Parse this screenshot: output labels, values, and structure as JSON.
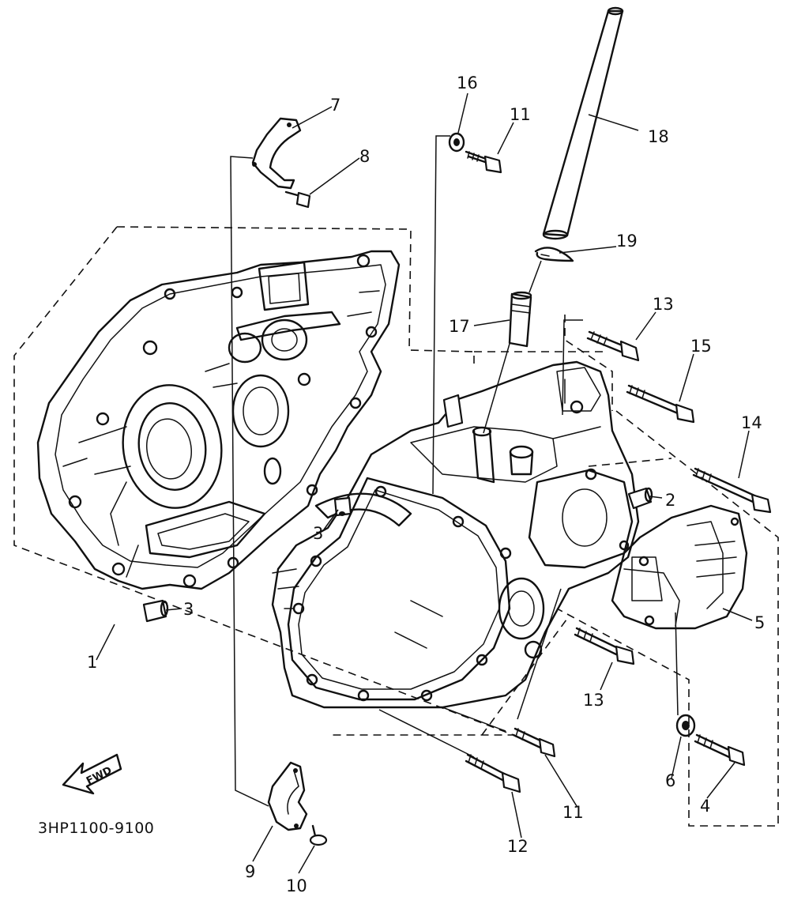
{
  "diagram_code": "3HP1100-9100",
  "direction_arrow": "FWD",
  "callouts": [
    {
      "id": "1",
      "label": "1"
    },
    {
      "id": "2",
      "label": "2"
    },
    {
      "id": "3a",
      "label": "3"
    },
    {
      "id": "3b",
      "label": "3"
    },
    {
      "id": "4",
      "label": "4"
    },
    {
      "id": "5",
      "label": "5"
    },
    {
      "id": "6",
      "label": "6"
    },
    {
      "id": "7",
      "label": "7"
    },
    {
      "id": "8",
      "label": "8"
    },
    {
      "id": "9",
      "label": "9"
    },
    {
      "id": "10",
      "label": "10"
    },
    {
      "id": "11a",
      "label": "11"
    },
    {
      "id": "11b",
      "label": "11"
    },
    {
      "id": "12",
      "label": "12"
    },
    {
      "id": "13a",
      "label": "13"
    },
    {
      "id": "13b",
      "label": "13"
    },
    {
      "id": "14",
      "label": "14"
    },
    {
      "id": "15",
      "label": "15"
    },
    {
      "id": "16",
      "label": "16"
    },
    {
      "id": "17",
      "label": "17"
    },
    {
      "id": "18",
      "label": "18"
    },
    {
      "id": "19",
      "label": "19"
    }
  ]
}
